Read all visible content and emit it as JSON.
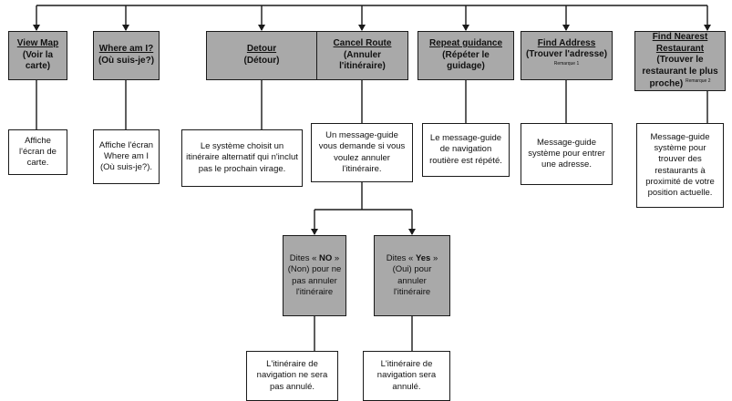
{
  "chart_data": {
    "type": "flowchart",
    "nodes": [
      {
        "id": "view-map",
        "title": "View Map",
        "subtitle": "(Voir la carte)"
      },
      {
        "id": "where-am-i",
        "title": "Where am I?",
        "subtitle": "(Où suis-je?)"
      },
      {
        "id": "detour",
        "title": "Detour",
        "subtitle": "(Détour)"
      },
      {
        "id": "cancel-route",
        "title": "Cancel Route",
        "subtitle": "(Annuler l'itinéraire)"
      },
      {
        "id": "repeat-guidance",
        "title": "Repeat guidance",
        "subtitle": "(Répéter le guidage)"
      },
      {
        "id": "find-address",
        "title": "Find Address",
        "subtitle": "(Trouver l'adresse)",
        "note": "Remarque 1"
      },
      {
        "id": "find-restaurant",
        "title": "Find Nearest Restaurant",
        "subtitle": "(Trouver le restaurant le plus proche)",
        "note": "Remarque 2"
      }
    ],
    "descriptions": {
      "view-map": "Affiche l'écran de carte.",
      "where-am-i": "Affiche l'écran Where am I (Où suis-je?).",
      "detour": "Le système choisit un itinéraire alternatif qui n'inclut pas le prochain virage.",
      "cancel-route": "Un message-guide vous demande si vous voulez annuler l'itinéraire.",
      "repeat-guidance": "Le message-guide de navigation routière est répété.",
      "find-address": "Message-guide système pour entrer une adresse.",
      "find-restaurant": "Message-guide système pour trouver des restaurants à proximité de votre position actuelle."
    },
    "choices": {
      "no": {
        "prefix": "Dites « ",
        "keyword": "NO",
        "suffix": " » (Non) pour ne pas annuler l'itinéraire"
      },
      "yes": {
        "prefix": "Dites « ",
        "keyword": "Yes",
        "suffix": " » (Oui) pour annuler l'itinéraire"
      }
    },
    "results": {
      "no": "L'itinéraire de navigation ne sera pas annulé.",
      "yes": "L'itinéraire de navigation sera annulé."
    }
  }
}
